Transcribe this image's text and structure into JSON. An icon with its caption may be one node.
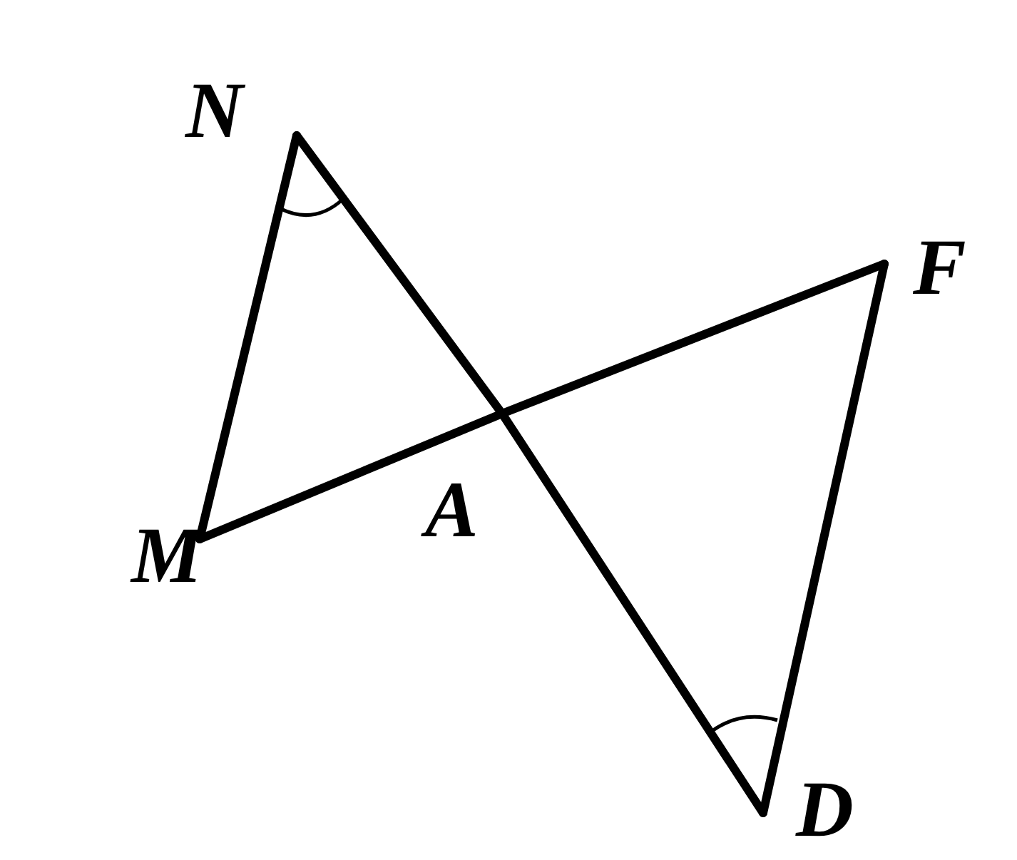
{
  "diagram": {
    "nodes": [
      {
        "text": [
          "N"
        ]
      },
      {
        "text": [
          "F"
        ]
      },
      {
        "text": [
          "M"
        ]
      },
      {
        "text": [
          "A"
        ]
      },
      {
        "text": [
          "D"
        ]
      }
    ],
    "edges": [
      {
        "from": 0,
        "to": 2,
        "arrow": "none"
      },
      {
        "from": 0,
        "to": 3,
        "arrow": "none"
      },
      {
        "from": 3,
        "to": 4,
        "arrow": "none"
      },
      {
        "from": 2,
        "to": 3,
        "arrow": "none"
      },
      {
        "from": 3,
        "to": 1,
        "arrow": "none"
      },
      {
        "from": 1,
        "to": 4,
        "arrow": "none"
      }
    ]
  }
}
